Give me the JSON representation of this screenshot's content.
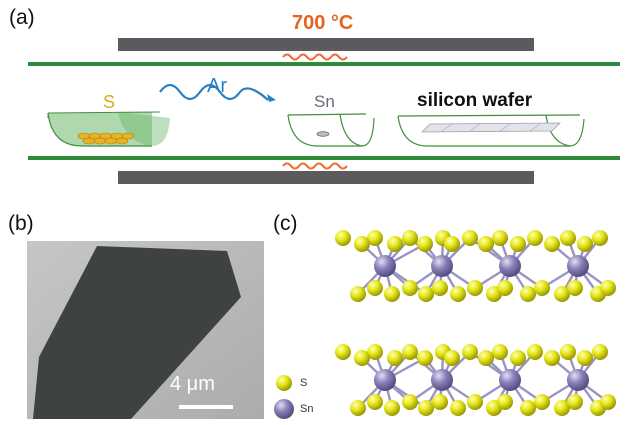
{
  "panel_a": {
    "label": "(a)",
    "temperature": "700 °C",
    "gas": "Ar",
    "sulfur": "S",
    "tin": "Sn",
    "substrate": "silicon wafer",
    "colors": {
      "furnace": "#5d5a5f",
      "tube": "#2f8a3a",
      "heater": "#f06a2a",
      "flow": "#2a7fc2",
      "sulfur_powder": "#e8b323",
      "boat": "#4f9a4f"
    }
  },
  "panel_b": {
    "label": "(b)",
    "scale_bar_label": "4 μm"
  },
  "panel_c": {
    "label": "(c)",
    "legend": [
      {
        "symbol": "S",
        "color": "#e6e61a"
      },
      {
        "symbol": "Sn",
        "color": "#8a80b8"
      }
    ]
  }
}
